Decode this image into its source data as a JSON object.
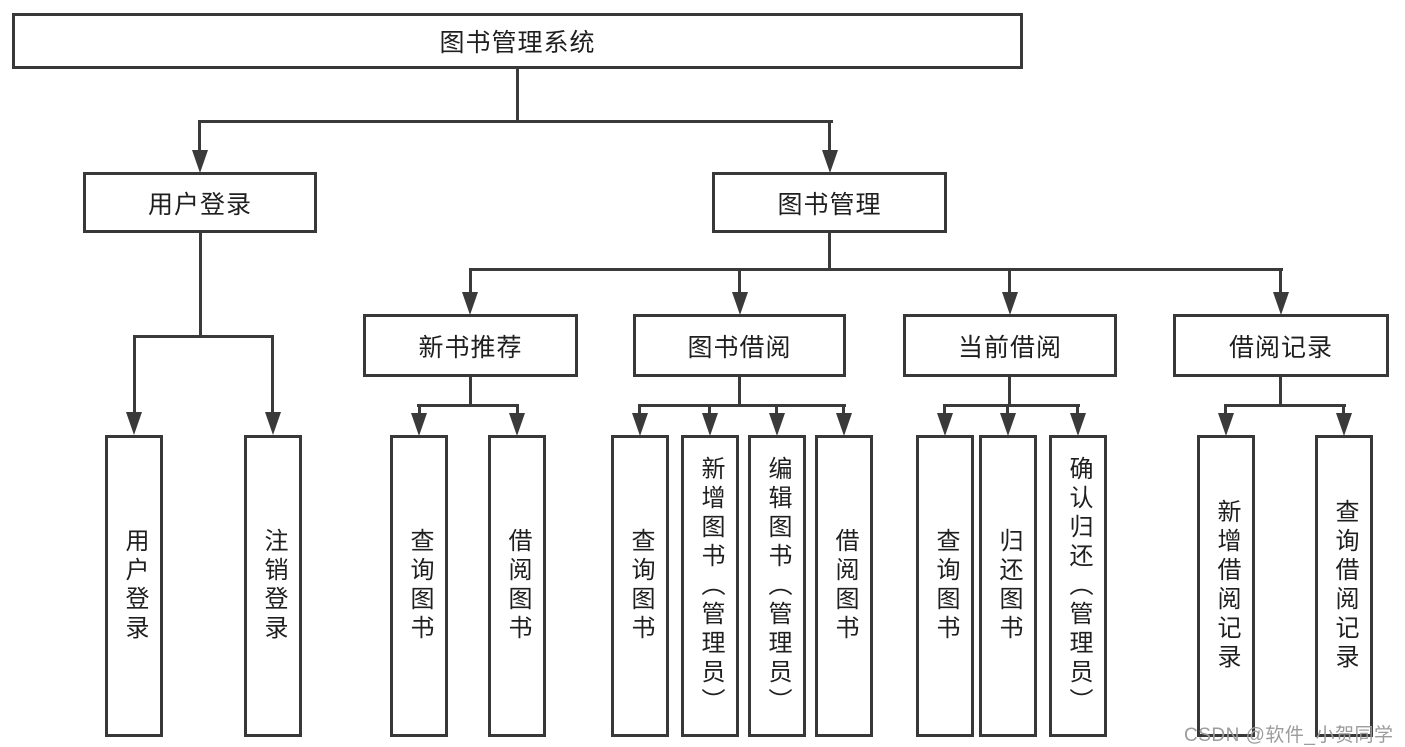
{
  "tree": {
    "label": "图书管理系统",
    "children": [
      {
        "label": "用户登录",
        "children": [
          {
            "label": "用户登录"
          },
          {
            "label": "注销登录"
          }
        ]
      },
      {
        "label": "图书管理",
        "children": [
          {
            "label": "新书推荐",
            "children": [
              {
                "label": "查询图书"
              },
              {
                "label": "借阅图书"
              }
            ]
          },
          {
            "label": "图书借阅",
            "children": [
              {
                "label": "查询图书"
              },
              {
                "label": "新增图书（管理员）"
              },
              {
                "label": "编辑图书（管理员）"
              },
              {
                "label": "借阅图书"
              }
            ]
          },
          {
            "label": "当前借阅",
            "children": [
              {
                "label": "查询图书"
              },
              {
                "label": "归还图书"
              },
              {
                "label": "确认归还（管理员）"
              }
            ]
          },
          {
            "label": "借阅记录",
            "children": [
              {
                "label": "新增借阅记录"
              },
              {
                "label": "查询借阅记录"
              }
            ]
          }
        ]
      }
    ]
  },
  "watermark": {
    "text": "CSDN @软件_小贺同学"
  },
  "colors": {
    "background": "#ffffff",
    "box_border": "#383838",
    "line": "#3a3a3a",
    "text": "#1f1f1f",
    "watermark": "#9c9c9c"
  }
}
